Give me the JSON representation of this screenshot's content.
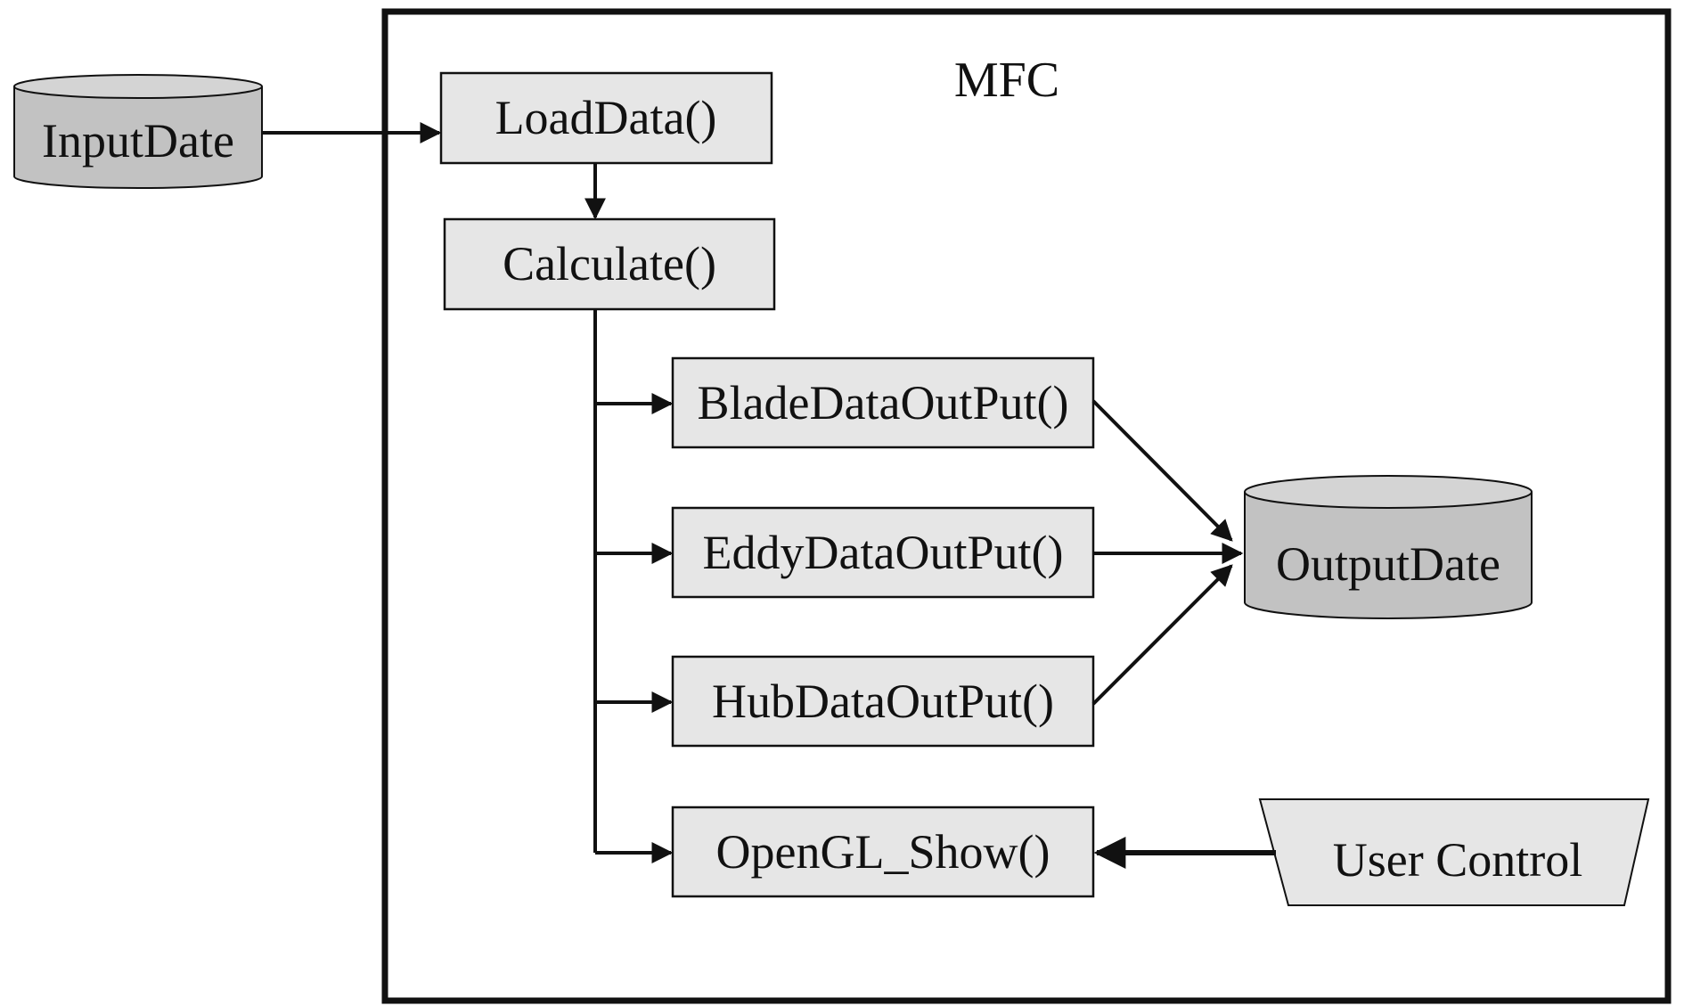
{
  "diagram": {
    "container_title": "MFC",
    "input_store": "InputDate",
    "output_store": "OutputDate",
    "user_control": "User Control",
    "functions": {
      "load": "LoadData()",
      "calculate": "Calculate()",
      "blade": "BladeDataOutPut()",
      "eddy": "EddyDataOutPut()",
      "hub": "HubDataOutPut()",
      "opengl": "OpenGL_Show()"
    }
  },
  "colors": {
    "box_fill": "#e6e6e6",
    "store_fill": "#c2c2c2",
    "store_top_fill": "#d4d4d4",
    "stroke": "#111111"
  }
}
